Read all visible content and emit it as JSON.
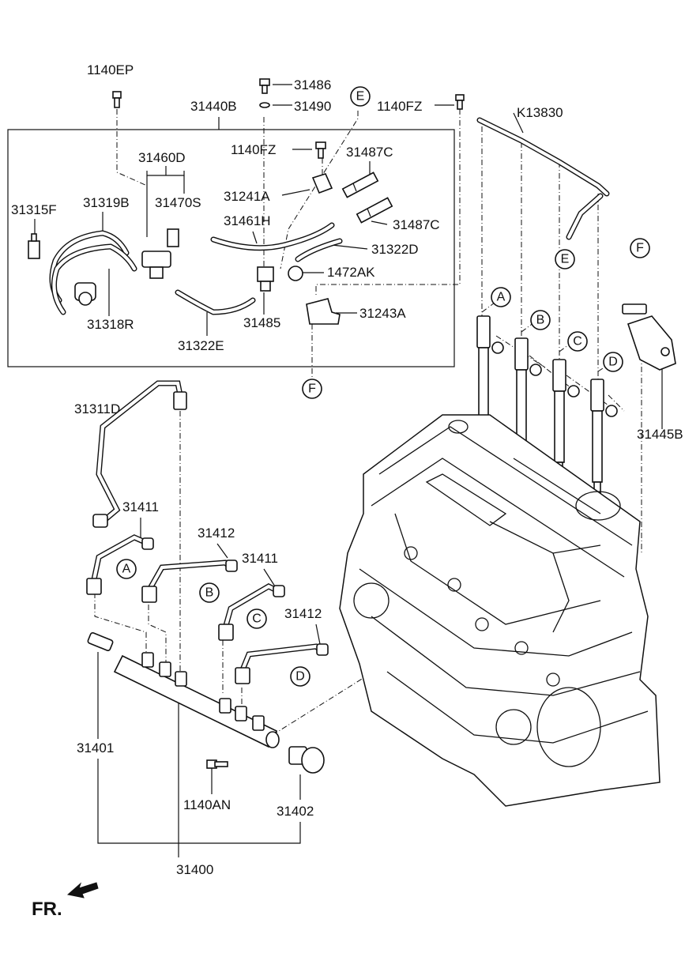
{
  "labels": [
    {
      "key": "l1140EP_top",
      "text": "1140EP"
    },
    {
      "key": "l31486",
      "text": "31486"
    },
    {
      "key": "l31490",
      "text": "31490"
    },
    {
      "key": "l31440B",
      "text": "31440B"
    },
    {
      "key": "l1140FZ_right",
      "text": "1140FZ"
    },
    {
      "key": "lK13830",
      "text": "K13830"
    },
    {
      "key": "l31460D",
      "text": "31460D"
    },
    {
      "key": "l1140FZ_box",
      "text": "1140FZ"
    },
    {
      "key": "l31487C_a",
      "text": "31487C"
    },
    {
      "key": "l31315F",
      "text": "31315F"
    },
    {
      "key": "l31319B",
      "text": "31319B"
    },
    {
      "key": "l31470S",
      "text": "31470S"
    },
    {
      "key": "l31241A",
      "text": "31241A"
    },
    {
      "key": "l31461H",
      "text": "31461H"
    },
    {
      "key": "l31487C_b",
      "text": "31487C"
    },
    {
      "key": "l31322D",
      "text": "31322D"
    },
    {
      "key": "l1472AK",
      "text": "1472AK"
    },
    {
      "key": "l31318R",
      "text": "31318R"
    },
    {
      "key": "l31485",
      "text": "31485"
    },
    {
      "key": "l31243A",
      "text": "31243A"
    },
    {
      "key": "l31322E",
      "text": "31322E"
    },
    {
      "key": "l31311D",
      "text": "31311D"
    },
    {
      "key": "l31445B",
      "text": "31445B"
    },
    {
      "key": "l31411_a",
      "text": "31411"
    },
    {
      "key": "l31412_a",
      "text": "31412"
    },
    {
      "key": "l31411_b",
      "text": "31411"
    },
    {
      "key": "l31412_b",
      "text": "31412"
    },
    {
      "key": "l31401",
      "text": "31401"
    },
    {
      "key": "l1140AN",
      "text": "1140AN"
    },
    {
      "key": "l31402",
      "text": "31402"
    },
    {
      "key": "l31400",
      "text": "31400"
    }
  ],
  "refs": {
    "A": "A",
    "B": "B",
    "C": "C",
    "D": "D",
    "E": "E",
    "F": "F"
  },
  "direction_label": "FR.",
  "colors": {
    "line": "#111111",
    "background": "#ffffff"
  }
}
